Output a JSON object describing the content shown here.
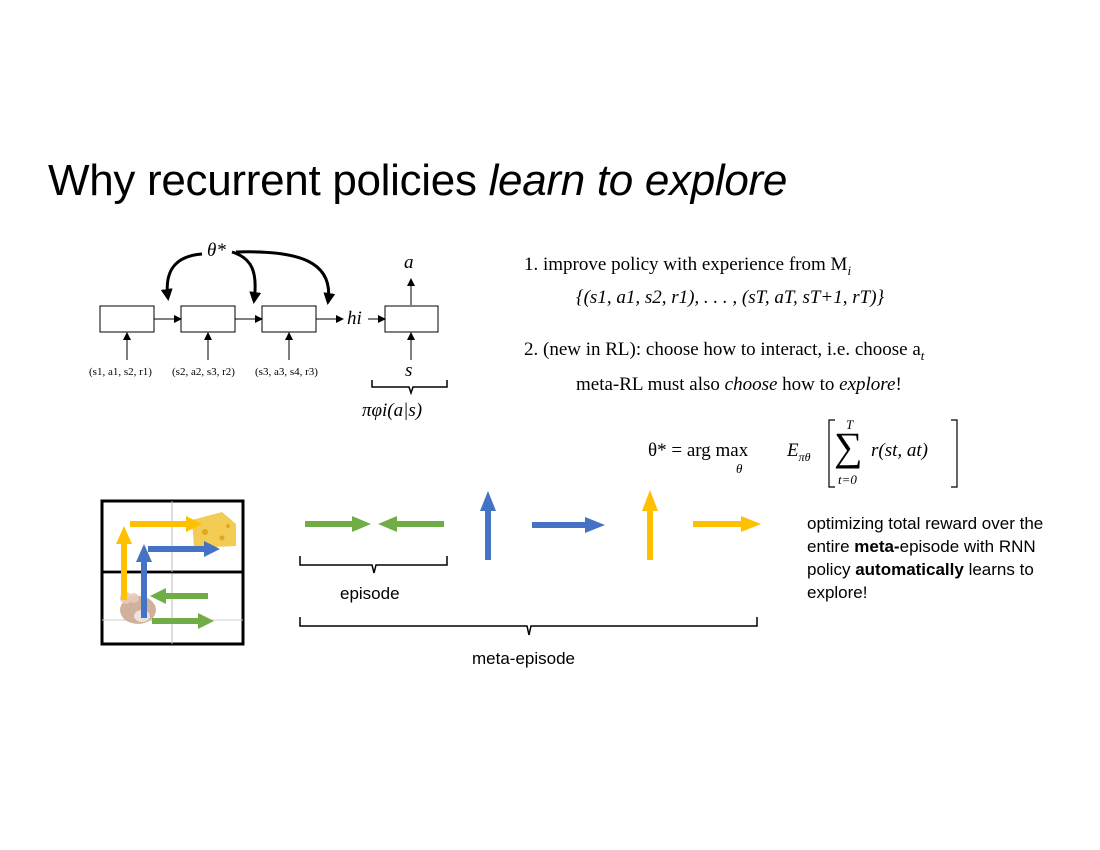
{
  "title": {
    "plain": "Why recurrent policies ",
    "italic": "learn to explore"
  },
  "rnn_diagram": {
    "theta_star": "θ*",
    "input_labels": [
      "(s1, a1, s2, r1)",
      "(s2, a2, s3, r2)",
      "(s3, a3, s4, r3)"
    ],
    "hidden_label": "hi",
    "action_label": "a",
    "state_label": "s",
    "policy_label": "πφi(a|s)"
  },
  "list": {
    "item1_number": "1.",
    "item1_text": "improve policy with experience from M",
    "item1_sub": "i",
    "item1_formula": "{(s1, a1, s2, r1), . . . , (sT, aT, sT+1, rT)}",
    "item2_number": "2.",
    "item2_text": "(new in RL): choose how to interact, i.e. choose a",
    "item2_sub": "t",
    "item2_line2_pre": "meta-RL must also ",
    "item2_line2_choose": "choose",
    "item2_line2_mid": " how to ",
    "item2_line2_explore": "explore",
    "item2_line2_end": "!"
  },
  "objective": {
    "lhs": "θ* = arg max",
    "argmax_sub": "θ",
    "expectation": "E",
    "expectation_sub": "πθ",
    "sum_top": "T",
    "sum_bottom": "t=0",
    "summand": "r(st, at)"
  },
  "episode_label": "episode",
  "meta_episode_label": "meta-episode",
  "caption": {
    "part1": "optimizing total reward over the entire ",
    "bold1": "meta-",
    "part2": "episode with RNN policy ",
    "bold2": "automatically",
    "part3": " learns to explore!"
  },
  "colors": {
    "green": "#70AD47",
    "blue": "#4472C4",
    "yellow": "#FFC000",
    "cheese": "#F2C744",
    "mouse": "#C9A38A"
  }
}
